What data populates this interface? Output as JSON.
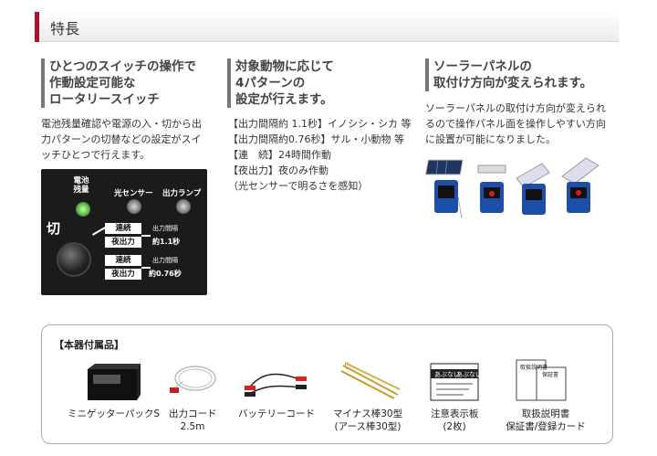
{
  "header": {
    "title": "特長"
  },
  "features": [
    {
      "heading": [
        "ひとつのスイッチの操作で",
        "作動設定可能な",
        "ロータリースイッチ"
      ],
      "text": [
        "電池残量確認や電源の入・切から出",
        "力パターンの切替などの設定がスイ",
        "ッチひとつで行えます。"
      ]
    },
    {
      "heading": [
        "対象動物に応じて",
        "4パターンの",
        "設定が行えます。"
      ],
      "text": [
        "【出力間隔約 1.1秒】イノシシ・シカ 等",
        "【出力間隔約0.76秒】サル・小動物 等",
        "【連　続】24時間作動",
        "【夜出力】夜のみ作動",
        "（光センサーで明るさを感知）"
      ]
    },
    {
      "heading": [
        "ソーラーパネルの",
        "取付け方向が変えられます。"
      ],
      "text": [
        "ソーラーパネルの取付け方向が変えられ",
        "るので操作パネル面を操作しやすい方向",
        "に設置が可能になりました。"
      ]
    }
  ],
  "panel": {
    "battery_label": "電池残量",
    "off_label": "切",
    "sensor_label": "光センサー",
    "lamp_label": "出力ランプ",
    "rows": [
      {
        "mode_top": "連続",
        "mode_bottom": "夜出力",
        "interval_top": "出力間隔",
        "interval_bottom": "約1.1秒"
      },
      {
        "mode_top": "連続",
        "mode_bottom": "夜出力",
        "interval_top": "出力間隔",
        "interval_bottom": "約0.76秒"
      }
    ],
    "colors": {
      "battery_led": "#5fc24a",
      "sensor": "#999999"
    }
  },
  "accessories": {
    "title": "【本器付属品】",
    "items": [
      {
        "lines": [
          "ミニゲッターパックS"
        ]
      },
      {
        "lines": [
          "出力コード",
          "2.5m"
        ]
      },
      {
        "lines": [
          "バッテリーコード"
        ]
      },
      {
        "lines": [
          "マイナス棒30型",
          "(アース棒30型)"
        ]
      },
      {
        "lines": [
          "注意表示板",
          "(2枚)"
        ]
      },
      {
        "lines": [
          "取扱説明書",
          "保証書/登録カード"
        ]
      }
    ],
    "sign_text": "あぶない",
    "doc_labels": [
      "取扱説明書",
      "保証書"
    ]
  },
  "colors": {
    "accent": "#b0102a",
    "device_blue": "#1d4fa8"
  }
}
